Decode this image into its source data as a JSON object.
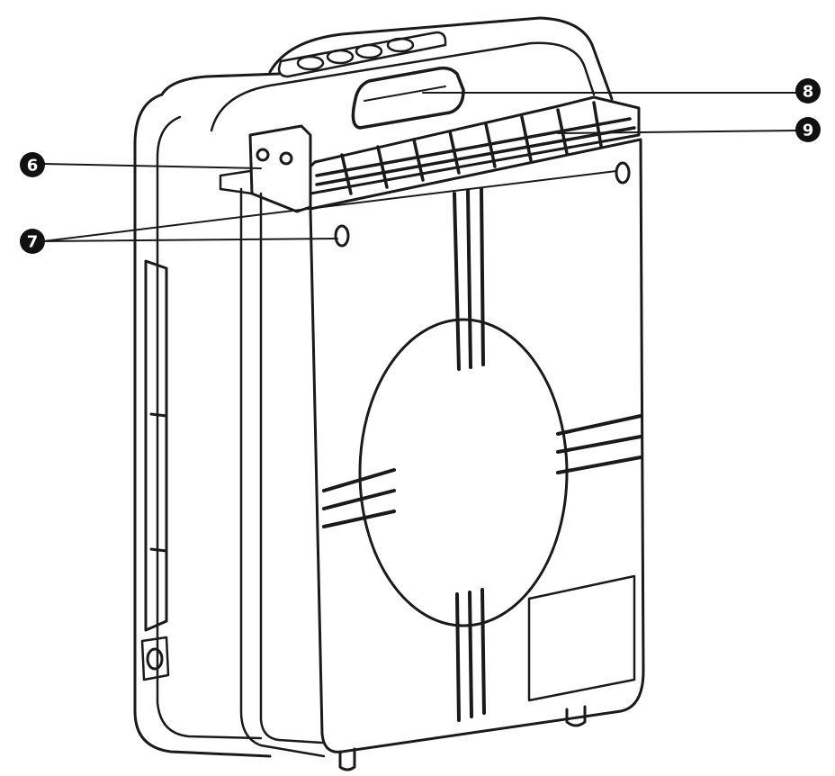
{
  "callouts": [
    {
      "number": "6"
    },
    {
      "number": "7"
    },
    {
      "number": "8"
    },
    {
      "number": "9"
    }
  ],
  "colors": {
    "line": "#1a1a1a",
    "badge": "#111111",
    "background": "#ffffff"
  },
  "icons": {
    "device": "air-purifier-rear-view"
  }
}
